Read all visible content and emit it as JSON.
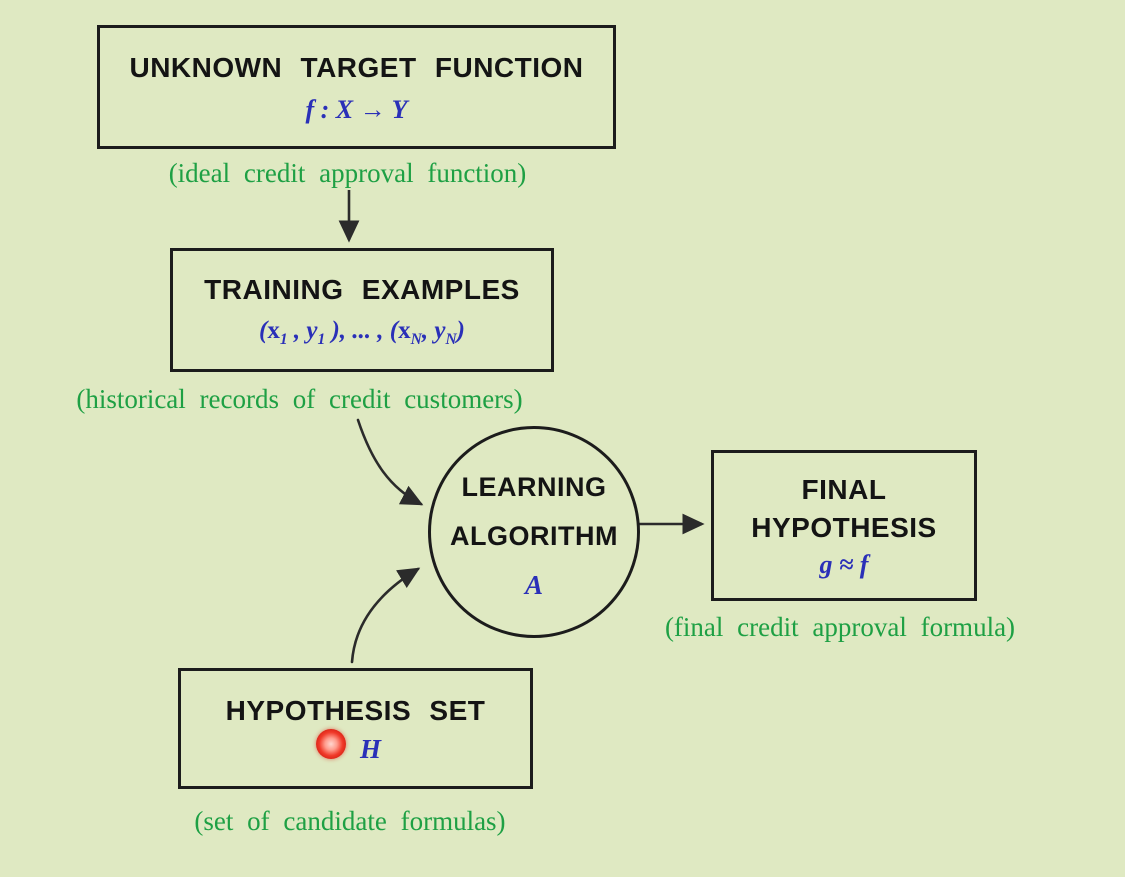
{
  "colors": {
    "background": "#dfe9c2",
    "box_border": "#1c1c1c",
    "title_text": "#141414",
    "math_text": "#2a30b8",
    "caption_text": "#1ea044",
    "arrow": "#2b2b2b",
    "laser_pointer": "#f03a2a"
  },
  "diagram": {
    "target_function": {
      "title": "UNKNOWN TARGET FUNCTION",
      "formula": "f : X → Y",
      "caption": "(ideal credit approval function)"
    },
    "training_examples": {
      "title": "TRAINING EXAMPLES",
      "formula": {
        "open": "(",
        "x1": "x",
        "sub1": "1",
        "comma1": " , ",
        "y1": "y",
        "sub2": "1",
        "mid": " ), ... , (",
        "x2": "x",
        "sub3": "N",
        "comma2": ", ",
        "y2": "y",
        "sub4": "N",
        "close": ")"
      },
      "caption": "(historical records of credit customers)"
    },
    "learning_algorithm": {
      "title_line1": "LEARNING",
      "title_line2": "ALGORITHM",
      "symbol": "A"
    },
    "final_hypothesis": {
      "title_line1": "FINAL",
      "title_line2": "HYPOTHESIS",
      "formula": "g ≈ f",
      "caption": "(final credit approval formula)"
    },
    "hypothesis_set": {
      "title": "HYPOTHESIS SET",
      "symbol": "H",
      "caption": "(set of candidate formulas)"
    }
  }
}
